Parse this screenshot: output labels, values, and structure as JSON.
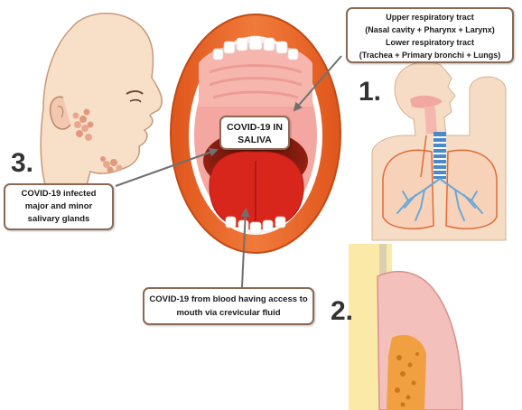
{
  "callouts": {
    "respiratory": {
      "line1": "Upper respiratory tract",
      "line2": "(Nasal cavity + Pharynx + Larynx)",
      "line3": "Lower respiratory tract",
      "line4": "(Trachea + Primary bronchi + Lungs)"
    },
    "saliva": {
      "line1": "COVID-19 IN",
      "line2": "SALIVA"
    },
    "glands": {
      "line1": "COVID-19 infected",
      "line2": "major and minor",
      "line3": "salivary glands"
    },
    "blood": {
      "line1": "COVID-19 from blood having access to",
      "line2": "mouth via crevicular fluid"
    }
  },
  "numbers": {
    "one": "1.",
    "two": "2.",
    "three": "3."
  },
  "colors": {
    "lip": "#e8672a",
    "mouth_dark": "#8a1a10",
    "tongue": "#d6261c",
    "skin": "#f6dcc4",
    "lung": "#f8d2b8",
    "bronchi": "#6aa8d8",
    "trachea": "#4a8ac8",
    "gland": "#e8a890",
    "gum": "#f4c0bc",
    "bone": "#e8a040",
    "callout_border": "#8a6a55"
  }
}
